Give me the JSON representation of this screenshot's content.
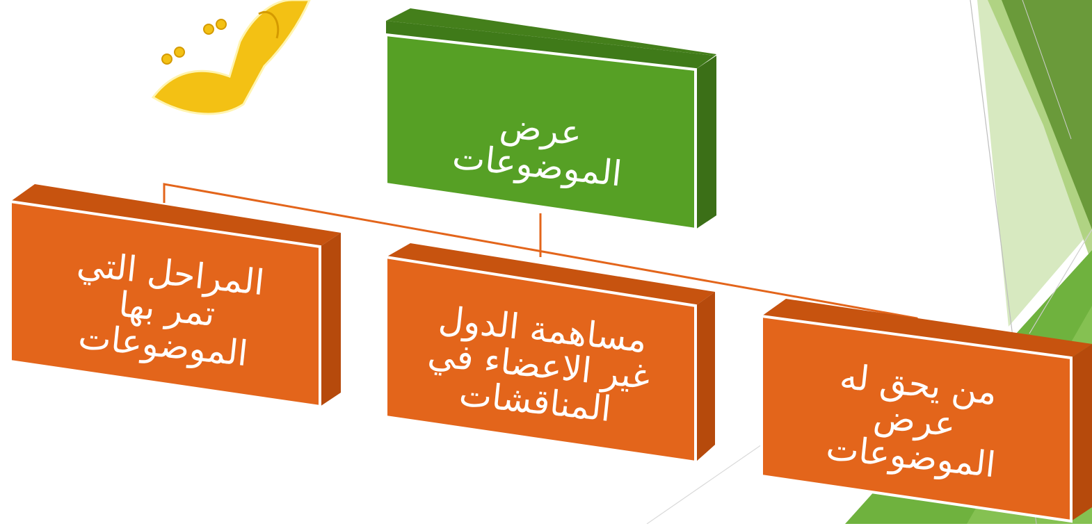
{
  "diagram": {
    "colors": {
      "root_fill": "#56A025",
      "child_fill": "#E3651B",
      "connector": "#E3651B",
      "face_edge": "#ffffff",
      "background": "#ffffff",
      "word_art": "#F3C114"
    },
    "root": {
      "lines": [
        "عرض",
        "الموضوعات"
      ]
    },
    "children": [
      {
        "id": "left",
        "lines": [
          "المراحل التي",
          "تمر بها",
          "الموضوعات"
        ]
      },
      {
        "id": "middle",
        "lines": [
          "مساهمة الدول",
          "غير الاعضاء في",
          "المناقشات"
        ]
      },
      {
        "id": "right",
        "lines": [
          "من يحق له",
          "عرض",
          "الموضوعات"
        ]
      }
    ]
  }
}
